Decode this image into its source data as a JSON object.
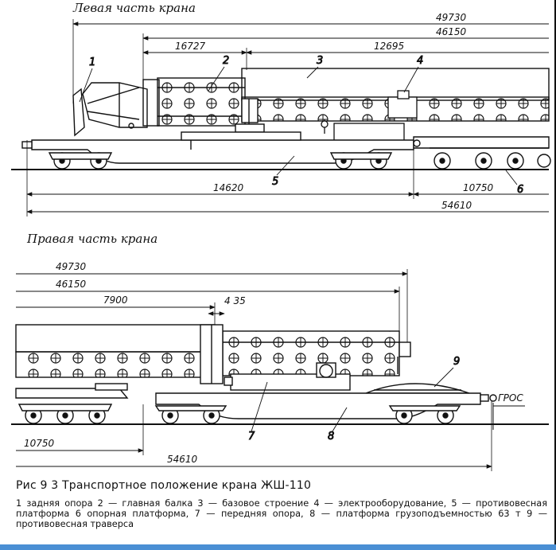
{
  "figure": {
    "left_section_title": "Левая часть крана",
    "right_section_title": "Правая часть крана",
    "caption_title": "Рис 9 3 Транспортное положение крана ЖШ-110",
    "caption_body": "1  задняя опора  2 — главная балка  3 — базовое строение  4 — электрооборудование, 5 — противовесная платформа  6  опорная платформа,  7 — передняя опора,  8 — платформа грузоподъемностью 63 т  9 — противовесная траверса"
  },
  "left_view": {
    "dimensions": [
      "49730",
      "46150",
      "16727",
      "12695",
      "14620",
      "10750",
      "54610"
    ],
    "callouts": [
      "1",
      "2",
      "3",
      "4",
      "5",
      "6"
    ]
  },
  "right_view": {
    "dimensions": [
      "49730",
      "46150",
      "7900",
      "4 35",
      "10750",
      "54610"
    ],
    "callouts": [
      "7",
      "8",
      "9"
    ],
    "rail_label": "ГРОС"
  }
}
